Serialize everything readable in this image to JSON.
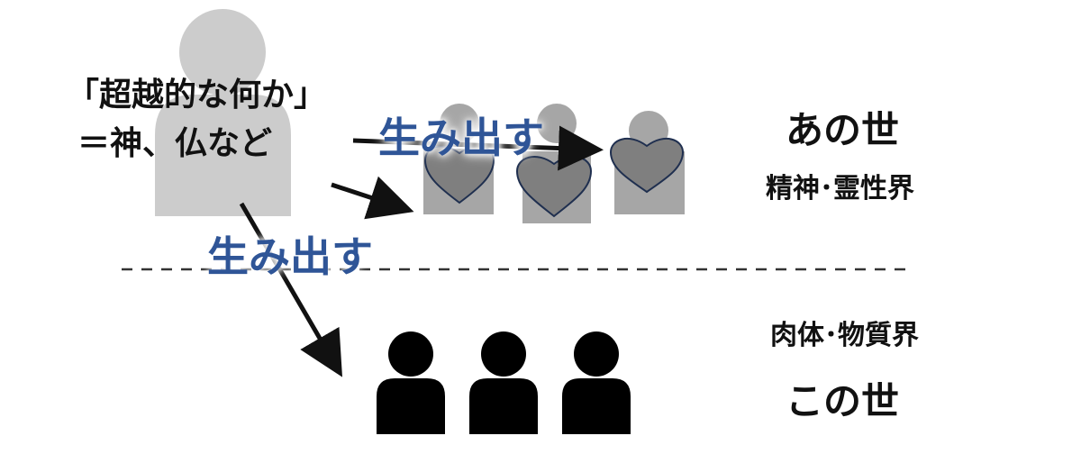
{
  "transcendent": {
    "line1": "「超越的な何か」",
    "line2": "＝神、仏など"
  },
  "spiritual_realm": {
    "title": "あの世",
    "subtitle": "精神･霊性界"
  },
  "physical_realm": {
    "subtitle": "肉体･物質界",
    "title": "この世"
  },
  "arrow_labels": {
    "upper": "生み出す",
    "lower": "生み出す"
  },
  "colors": {
    "transcendent_figure": "#cccccc",
    "spirit_figure": "#a6a6a6",
    "heart_fill": "#7f7f7f",
    "heart_stroke": "#1f2f4f",
    "human_figure": "#000000",
    "arrow_label": "#2f5597",
    "divider": "#333333"
  }
}
